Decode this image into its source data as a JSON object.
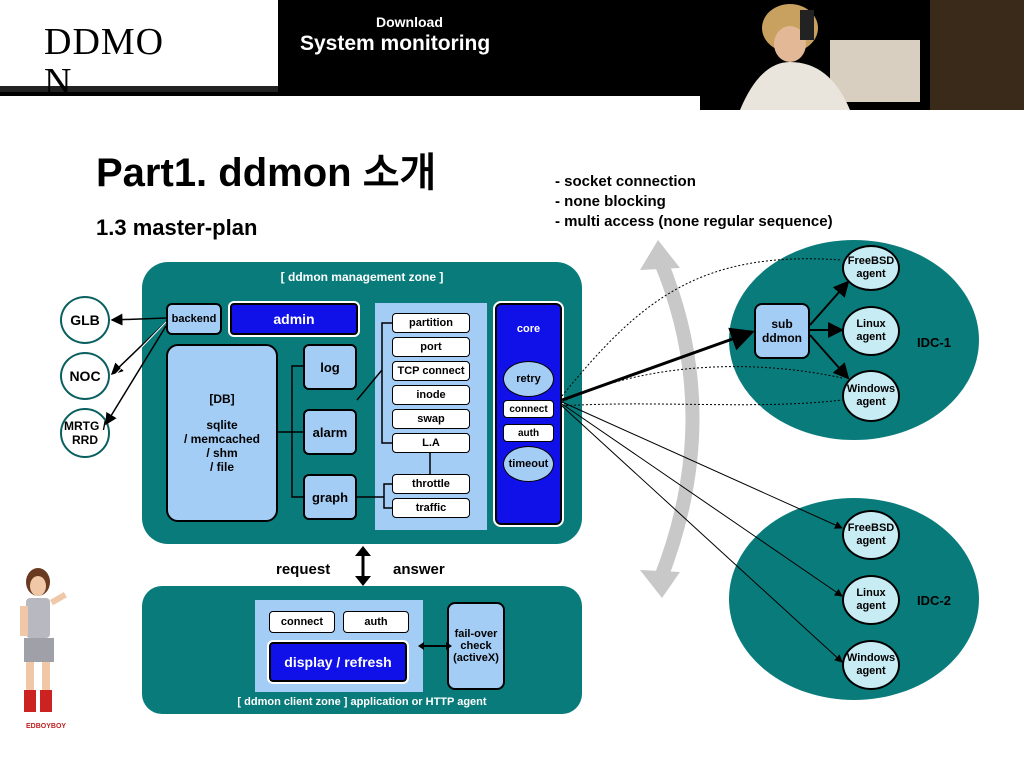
{
  "header": {
    "logo": "DDMON",
    "banner_sub": "Download",
    "banner_main": "System monitoring"
  },
  "title": "Part1. ddmon 소개",
  "subtitle": "1.3 master-plan",
  "notes": [
    "- socket connection",
    "- none blocking",
    "- multi access (none regular sequence)"
  ],
  "external": [
    "GLB",
    "NOC",
    "MRTG / RRD"
  ],
  "management_zone": {
    "label": "[ ddmon management zone ]",
    "backend": "backend",
    "admin": "admin",
    "db": {
      "title": "[DB]",
      "lines": [
        "sqlite",
        "/ memcached",
        "/ shm",
        "/ file"
      ]
    },
    "modules": [
      "log",
      "alarm",
      "graph"
    ],
    "checks": [
      "partition",
      "port",
      "TCP connect",
      "inode",
      "swap",
      "L.A"
    ],
    "flow": [
      "throttle",
      "traffic"
    ],
    "core": {
      "label": "core",
      "retry": "retry",
      "connect": "connect",
      "auth": "auth",
      "timeout": "timeout"
    }
  },
  "req_answer": {
    "request": "request",
    "answer": "answer"
  },
  "client_zone": {
    "label": "[ ddmon client zone ] application or HTTP agent",
    "connect": "connect",
    "auth": "auth",
    "display": "display / refresh",
    "failover": "fail-over check (activeX)"
  },
  "idc1": {
    "label": "IDC-1",
    "sub": "sub ddmon",
    "agents": [
      "FreeBSD agent",
      "Linux agent",
      "Windows agent"
    ]
  },
  "idc2": {
    "label": "IDC-2",
    "agents": [
      "FreeBSD agent",
      "Linux agent",
      "Windows agent"
    ]
  },
  "colors": {
    "zone": "#0a7b7b",
    "box": "#a4cdf6",
    "accent_blue": "#1010e8",
    "agent": "#c8ecf4"
  }
}
